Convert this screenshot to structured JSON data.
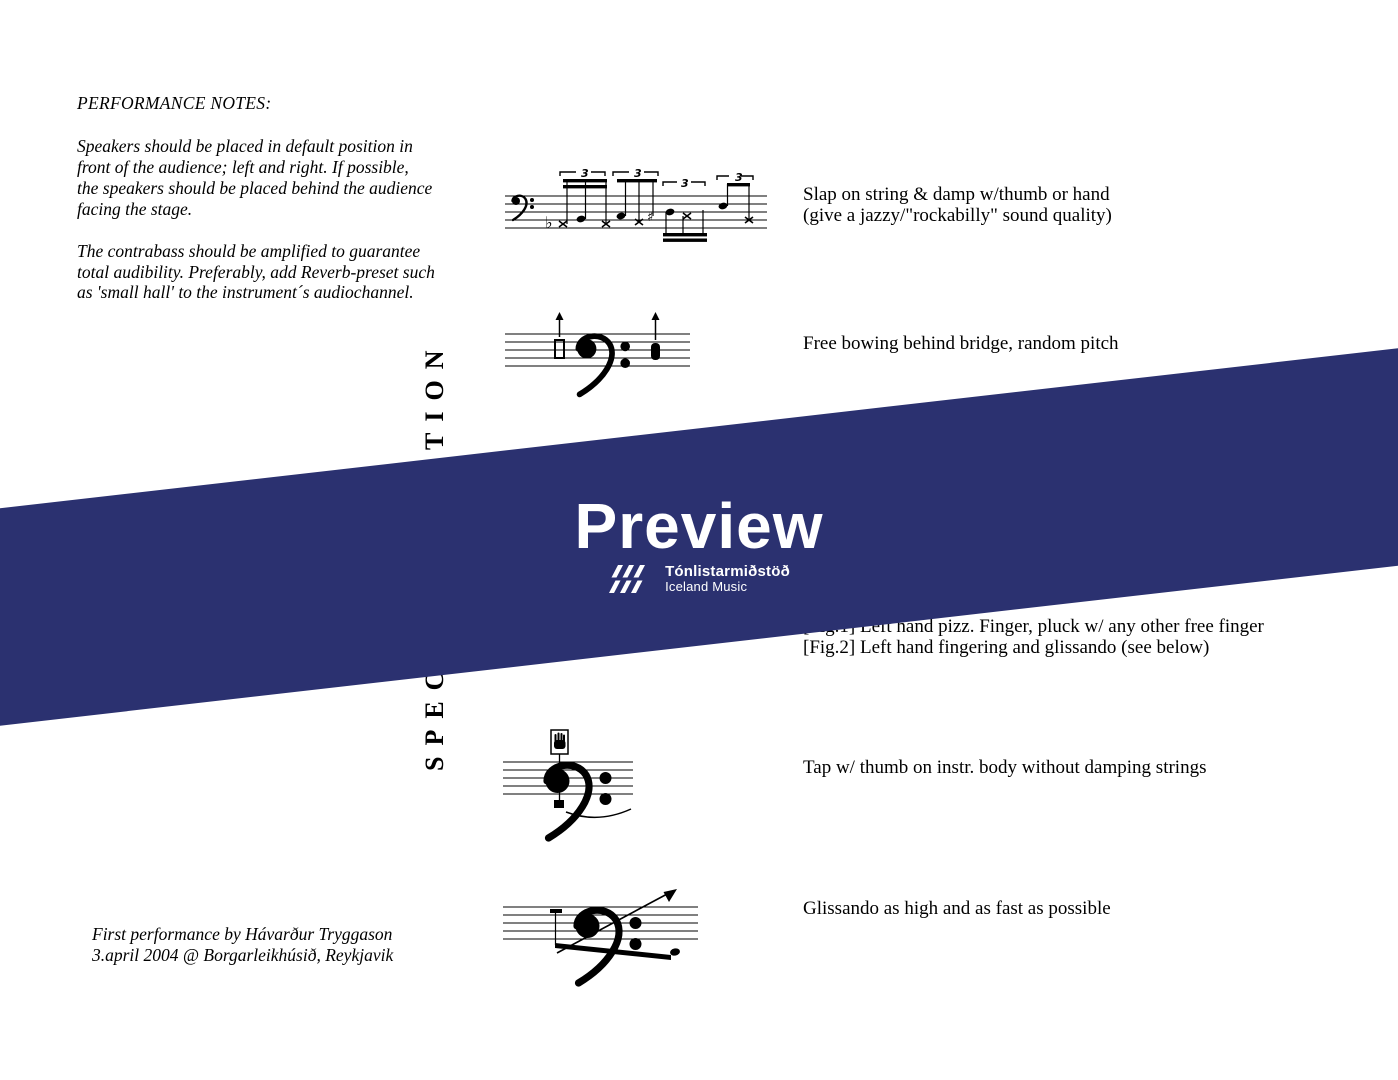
{
  "document": {
    "notes_title": "PERFORMANCE NOTES:",
    "paragraph1": [
      "Speakers should be placed in default position in",
      "front of the audience; left and right.  If possible,",
      "the speakers should be placed behind the audience",
      "facing the stage."
    ],
    "paragraph2": [
      "The contrabass should be amplified to guarantee",
      "total audibility.  Preferably, add Reverb-preset such",
      "as 'small hall' to the instrument´s audiochannel."
    ],
    "vertical_label": "SPECIAL NOTATION",
    "footer": [
      "First performance by Hávarður Tryggason",
      "3.april 2004 @ Borgarleikhúsið, Reykjavik"
    ]
  },
  "captions": {
    "slap": [
      "Slap on string & damp w/thumb or hand",
      "(give a jazzy/\"rockabilly\" sound quality)"
    ],
    "bow": [
      "Free bowing behind bridge, random pitch"
    ],
    "pizz": [
      "[Fig.1] Left hand pizz.  Finger, pluck w/ any other free finger",
      "[Fig.2] Left hand fingering and glissando (see below)"
    ],
    "tap": [
      "Tap w/ thumb on instr. body without damping strings"
    ],
    "gliss": [
      "Glissando as high and as fast as possible"
    ]
  },
  "watermark": {
    "title": "Preview",
    "brand_name": "Tónlistarmiðstöð",
    "brand_subtitle": "Iceland Music",
    "band_color": "#2b3170"
  },
  "notation": {
    "triplet_label": "3",
    "flat_sign": "♭"
  }
}
